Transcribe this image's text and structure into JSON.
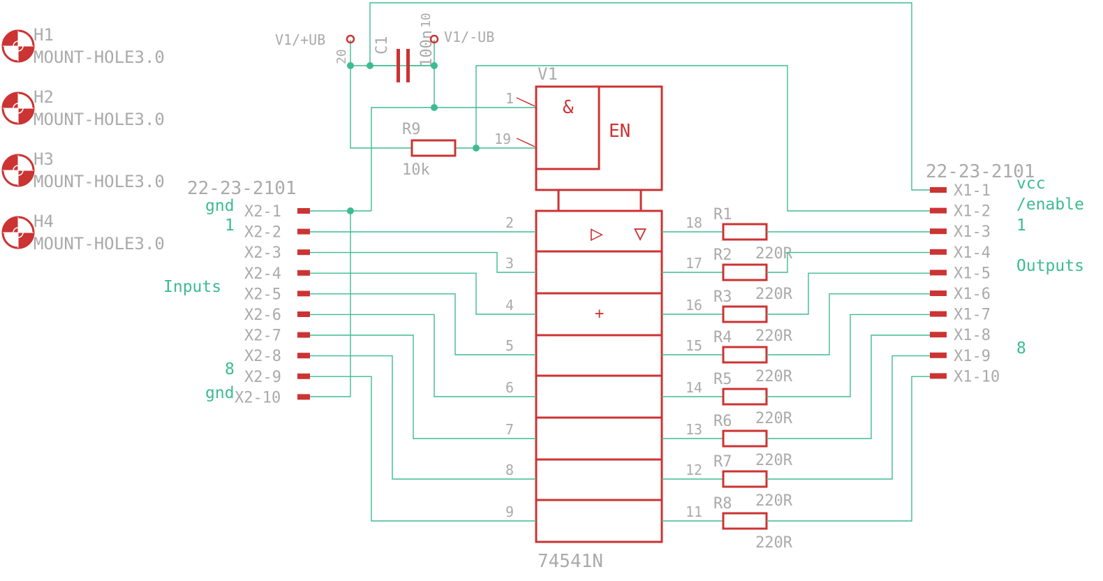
{
  "colors": {
    "symbol": "#cc3333",
    "net": "#3dbb91",
    "label": "#aaaaaa",
    "background": "#ffffff"
  },
  "mount_holes": [
    {
      "ref": "H1",
      "value": "MOUNT-HOLE3.0"
    },
    {
      "ref": "H2",
      "value": "MOUNT-HOLE3.0"
    },
    {
      "ref": "H3",
      "value": "MOUNT-HOLE3.0"
    },
    {
      "ref": "H4",
      "value": "MOUNT-HOLE3.0"
    }
  ],
  "ic": {
    "ref": "V1",
    "value": "74541N",
    "and_symbol": "&",
    "en_label": "EN",
    "buffer_symbol": "▷",
    "tristate_symbol": "▽",
    "plus_symbol": "+",
    "power_pos": "V1/+UB",
    "power_neg": "V1/-UB",
    "power_pos_pin": "20",
    "power_neg_pin": "10",
    "enable_pins": [
      "1",
      "19"
    ],
    "input_pins": [
      "2",
      "3",
      "4",
      "5",
      "6",
      "7",
      "8",
      "9"
    ],
    "output_pins": [
      "18",
      "17",
      "16",
      "15",
      "14",
      "13",
      "12",
      "11"
    ]
  },
  "capacitor": {
    "ref": "C1",
    "value": "100n"
  },
  "pullup": {
    "ref": "R9",
    "value": "10k"
  },
  "resistors": [
    {
      "ref": "R1",
      "value": "220R"
    },
    {
      "ref": "R2",
      "value": "220R"
    },
    {
      "ref": "R3",
      "value": "220R"
    },
    {
      "ref": "R4",
      "value": "220R"
    },
    {
      "ref": "R5",
      "value": "220R"
    },
    {
      "ref": "R6",
      "value": "220R"
    },
    {
      "ref": "R7",
      "value": "220R"
    },
    {
      "ref": "R8",
      "value": "220R"
    }
  ],
  "connector_x2": {
    "part": "22-23-2101",
    "pins": [
      "X2-1",
      "X2-2",
      "X2-3",
      "X2-4",
      "X2-5",
      "X2-6",
      "X2-7",
      "X2-8",
      "X2-9",
      "X2-10"
    ]
  },
  "connector_x1": {
    "part": "22-23-2101",
    "pins": [
      "X1-1",
      "X1-2",
      "X1-3",
      "X1-4",
      "X1-5",
      "X1-6",
      "X1-7",
      "X1-8",
      "X1-9",
      "X1-10"
    ]
  },
  "notes_left": {
    "gnd_top": "gnd",
    "one": "1",
    "inputs": "Inputs",
    "eight": "8",
    "gnd_bottom": "gnd"
  },
  "notes_right": {
    "vcc": "vcc",
    "enable": "/enable",
    "one": "1",
    "outputs": "Outputs",
    "eight": "8"
  }
}
